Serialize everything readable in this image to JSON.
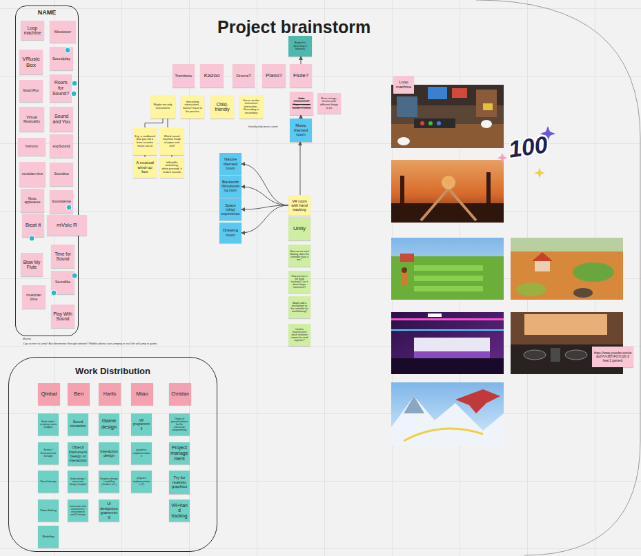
{
  "diagram": {
    "title": "Project brainstorm",
    "nodes": [
      {
        "text": [
          "NAME"
        ]
      },
      {
        "text": [
          "Loop machine"
        ],
        "in": 0
      },
      {
        "text": [
          "Musiceer"
        ],
        "in": 0
      },
      {
        "text": [
          "VRusic Box"
        ],
        "in": 0
      },
      {
        "text": [
          "Soundplay"
        ],
        "in": 0
      },
      {
        "text": [
          "MusicVRox"
        ],
        "in": 0
      },
      {
        "text": [
          "Room for Sound?"
        ],
        "in": 0
      },
      {
        "text": [
          "Virtual Musicality"
        ],
        "in": 0
      },
      {
        "text": [
          "Sound and You"
        ],
        "in": 0
      },
      {
        "text": [
          "Instruvox"
        ],
        "in": 0
      },
      {
        "text": [
          "expSound"
        ],
        "in": 0
      },
      {
        "text": [
          "musician time"
        ],
        "in": 0
      },
      {
        "text": [
          "Soundica"
        ],
        "in": 0
      },
      {
        "text": [
          "Music applesause"
        ],
        "in": 0
      },
      {
        "text": [
          "Soundsense"
        ],
        "in": 0
      },
      {
        "text": [
          "Beat it"
        ],
        "in": 0
      },
      {
        "text": [
          "mVsic R"
        ],
        "in": 0
      },
      {
        "text": [
          "Blow My Flute"
        ],
        "in": 0
      },
      {
        "text": [
          "Time for Sound"
        ],
        "in": 0
      },
      {
        "text": [
          "musician time"
        ],
        "in": 0
      },
      {
        "text": [
          "Soundlike"
        ],
        "in": 0
      },
      {
        "text": [
          "Play With Sound"
        ],
        "in": 0
      },
      {
        "text": [
          "Angle for detecting if blowing"
        ]
      },
      {
        "text": [
          "Trombone"
        ]
      },
      {
        "text": [
          "Kazoo"
        ]
      },
      {
        "text": [
          "Drums?"
        ]
      },
      {
        "text": [
          "Piano?"
        ]
      },
      {
        "text": [
          "Flute?"
        ]
      },
      {
        "text": [
          "Maybe not only instruments"
        ]
      },
      {
        "text": [
          "Interesting interactions - Doesn't have to be practice"
        ]
      },
      {
        "text": [
          "Child-friendly"
        ]
      },
      {
        "text": [
          "Focus on the instrument interaction - Recording is secondary"
        ]
      },
      {
        "text": [
          "Fake instruments? Player trumpet handle in a box"
        ]
      },
      {
        "text": [
          "Bass strings, Drums with different things to hit"
        ]
      },
      {
        "text": [
          "Music themed room"
        ]
      },
      {
        "text": [
          "E.g. a cardboard box you roll a lever to make music out of"
        ]
      },
      {
        "text": [
          "Weird sound machine made of pipes and stuff"
        ]
      },
      {
        "text": [
          "Nature themed room"
        ]
      },
      {
        "text": [
          "A musical wind-up box"
        ]
      },
      {
        "text": [
          "Inflatable something, when pressed, it makes sounds"
        ]
      },
      {
        "text": [
          "Blacksmith /Woodworking room"
        ]
      },
      {
        "text": [
          "VR room with hand tracking"
        ]
      },
      {
        "text": [
          "Space (ship) experience"
        ]
      },
      {
        "text": [
          "Unity"
        ]
      },
      {
        "text": [
          "Drawing room"
        ]
      },
      {
        "text": [
          "How can we track blowing, does the controller have a mic?"
        ]
      },
      {
        "text": [
          "How precise is the hand tracking? Can it detect finger movement?"
        ]
      },
      {
        "text": [
          "Maybe add a microphone to the controller for wind blowing?"
        ]
      },
      {
        "text": [
          "Could a Touchscreen/ touch sensitive remote be used together?"
        ]
      },
      {
        "text": [
          "Loop machine"
        ]
      },
      {
        "text": [
          "https://www.youtube.com/watch?v=JB7zFO7U18 (3 heat 2 games)"
        ]
      },
      {
        "text": [
          "Work Distribution"
        ]
      },
      {
        "text": [
          "Qinbai"
        ],
        "in": 51
      },
      {
        "text": [
          "Ben"
        ],
        "in": 51
      },
      {
        "text": [
          "Harits"
        ],
        "in": 51
      },
      {
        "text": [
          "Miao"
        ],
        "in": 51
      },
      {
        "text": [
          "Christian"
        ],
        "in": 51
      },
      {
        "text": [
          "Node editor / scripting assets (maybe)"
        ],
        "in": 51
      },
      {
        "text": [
          "Sound interaction"
        ],
        "in": 51
      },
      {
        "text": [
          "Game design"
        ],
        "in": 51
      },
      {
        "text": [
          "VR programming"
        ],
        "in": 51
      },
      {
        "text": [
          "Things of game/hardware for the interaction programming"
        ],
        "in": 51
      },
      {
        "text": [
          "Scene / Environment Design"
        ],
        "in": 51
      },
      {
        "text": [
          "Object/ Instrument Design or interaction"
        ],
        "in": 51
      },
      {
        "text": [
          "Interaction design"
        ],
        "in": 51
      },
      {
        "text": [
          "graphics implementation"
        ],
        "in": 51
      },
      {
        "text": [
          "Project manage ment"
        ],
        "in": 51
      },
      {
        "text": [
          "Visual design"
        ],
        "in": 51
      },
      {
        "text": [
          "Game design / interaction design (maybe)"
        ],
        "in": 51
      },
      {
        "text": [
          "Graphics design / modelling (shaders etc.)"
        ],
        "in": 51
      },
      {
        "text": [
          "physics implementation (?)"
        ],
        "in": 51
      },
      {
        "text": [
          "Try for realistic graphics"
        ],
        "in": 51
      },
      {
        "text": [
          "Video Editing"
        ],
        "in": 51
      },
      {
        "text": [
          "Interaction with instruments / environment and UI design"
        ],
        "in": 51
      },
      {
        "text": [
          "UI design/pro grammning"
        ],
        "in": 51
      },
      {
        "text": [
          "VR+hand tracking"
        ],
        "in": 51
      },
      {
        "text": [
          "Modelling"
        ],
        "in": 51
      }
    ],
    "edges": [
      {
        "from": 27,
        "to": 22,
        "arrow": "to"
      },
      {
        "from": 34,
        "to": 32,
        "arrow": "to"
      },
      {
        "from": 41,
        "to": 34,
        "arrow": "to"
      },
      {
        "from": 41,
        "to": 37,
        "arrow": "to"
      },
      {
        "from": 41,
        "to": 40,
        "arrow": "to"
      },
      {
        "from": 41,
        "to": 42,
        "arrow": "to"
      },
      {
        "from": 41,
        "to": 44,
        "arrow": "to"
      },
      {
        "from": 28,
        "to": 35,
        "arrow": "none"
      },
      {
        "from": 28,
        "to": 36,
        "arrow": "none"
      },
      {
        "from": 35,
        "to": 38,
        "arrow": "none"
      },
      {
        "from": 36,
        "to": 39,
        "arrow": "none"
      }
    ],
    "labels": [
      "Initially only music room",
      "Marios",
      "Cup screen to jump? Accelerometer through website? Mobile phone user jumping in real life will jump in game.",
      "100"
    ]
  }
}
